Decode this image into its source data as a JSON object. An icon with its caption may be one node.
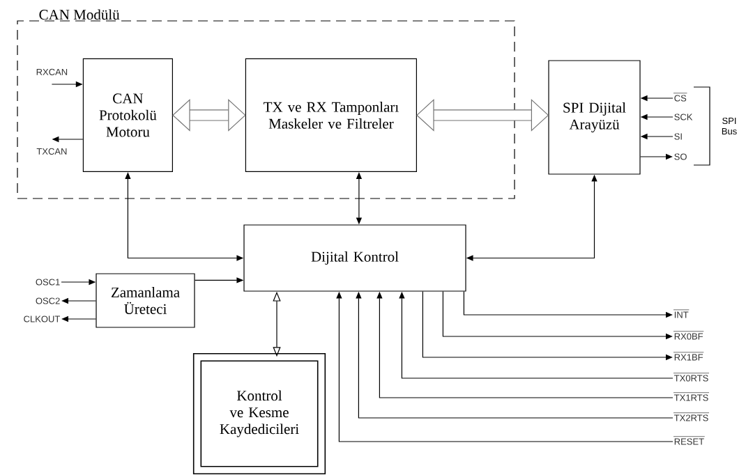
{
  "diagram": {
    "nodes": [
      {
        "text": [
          "CAN Modülü"
        ]
      },
      {
        "text": [
          "CAN Protokolü Motoru"
        ],
        "in": 0
      },
      {
        "text": [
          "TX ve RX Tamponları Maskeler ve Filtreler"
        ],
        "in": 0
      },
      {
        "text": [
          "SPI Dijital Arayüzü"
        ]
      },
      {
        "text": [
          "Dijital Kontrol"
        ]
      },
      {
        "text": [
          "Zamanlama Üreteci"
        ]
      },
      {
        "text": [
          "Kontrol ve Kesme Kaydedicileri"
        ]
      },
      {
        "text": [
          "RXCAN"
        ],
        "in": 0
      },
      {
        "text": [
          "TXCAN"
        ],
        "in": 0
      },
      {
        "text": [
          "CS"
        ]
      },
      {
        "text": [
          "SCK"
        ]
      },
      {
        "text": [
          "SI"
        ]
      },
      {
        "text": [
          "SO"
        ]
      },
      {
        "text": [
          "OSC1"
        ]
      },
      {
        "text": [
          "OSC2"
        ]
      },
      {
        "text": [
          "CLKOUT"
        ]
      },
      {
        "text": [
          "INT"
        ]
      },
      {
        "text": [
          "RX0BF"
        ]
      },
      {
        "text": [
          "RX1BF"
        ]
      },
      {
        "text": [
          "TX0RTS"
        ]
      },
      {
        "text": [
          "TX1RTS"
        ]
      },
      {
        "text": [
          "TX2RTS"
        ]
      },
      {
        "text": [
          "RESET"
        ]
      }
    ],
    "edges": [
      {
        "from": 1,
        "to": 2,
        "arrow": "both",
        "style": "thick",
        "color": "#737373"
      },
      {
        "from": 2,
        "to": 3,
        "arrow": "both",
        "style": "thick",
        "color": "#737373"
      },
      {
        "from": 7,
        "to": 1,
        "arrow": "to"
      },
      {
        "from": 1,
        "to": 8,
        "arrow": "to"
      },
      {
        "from": 9,
        "to": 3,
        "arrow": "to"
      },
      {
        "from": 10,
        "to": 3,
        "arrow": "to"
      },
      {
        "from": 11,
        "to": 3,
        "arrow": "to"
      },
      {
        "from": 3,
        "to": 12,
        "arrow": "to"
      },
      {
        "from": 1,
        "to": 4,
        "arrow": "both"
      },
      {
        "from": 2,
        "to": 4,
        "arrow": "both"
      },
      {
        "from": 3,
        "to": 4,
        "arrow": "both"
      },
      {
        "from": 13,
        "to": 5,
        "arrow": "to"
      },
      {
        "from": 5,
        "to": 14,
        "arrow": "to"
      },
      {
        "from": 5,
        "to": 15,
        "arrow": "to"
      },
      {
        "from": 5,
        "to": 4,
        "arrow": "to"
      },
      {
        "from": 4,
        "to": 6,
        "arrow": "both"
      },
      {
        "from": 4,
        "to": 16,
        "arrow": "to"
      },
      {
        "from": 4,
        "to": 17,
        "arrow": "to"
      },
      {
        "from": 4,
        "to": 18,
        "arrow": "to"
      },
      {
        "from": 19,
        "to": 4,
        "arrow": "to"
      },
      {
        "from": 20,
        "to": 4,
        "arrow": "to"
      },
      {
        "from": 21,
        "to": 4,
        "arrow": "to"
      },
      {
        "from": 22,
        "to": 4,
        "arrow": "to"
      }
    ],
    "labels": [
      "SPI Bus"
    ]
  }
}
